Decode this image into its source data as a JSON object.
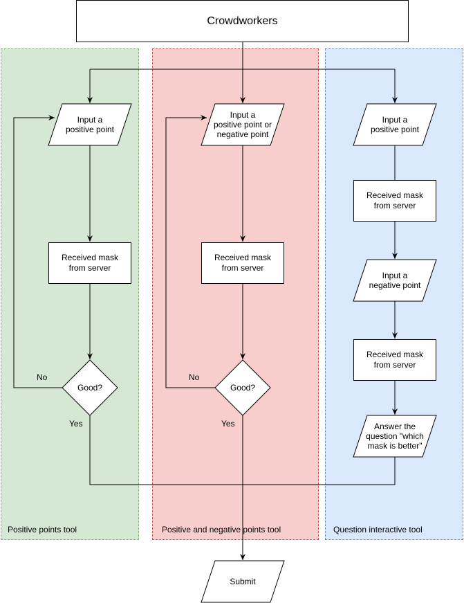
{
  "title": "Crowdworkers",
  "colors": {
    "lane_green_fill": "#d5e8d4",
    "lane_green_border": "#82b366",
    "lane_red_fill": "#f8cecc",
    "lane_red_border": "#b85450",
    "lane_blue_fill": "#dae8fc",
    "lane_blue_border": "#6c8ebf",
    "line": "#000000"
  },
  "lanes": [
    {
      "label": "Positive points tool"
    },
    {
      "label": "Positive and negative points tool"
    },
    {
      "label": "Question interactive tool"
    }
  ],
  "nodes": {
    "p1_input": "Input a\npositive point",
    "p1_mask": "Received mask\nfrom server",
    "p1_decision": "Good?",
    "p2_input": "Input a\npositive point or\nnegative point",
    "p2_mask": "Received mask\nfrom server",
    "p2_decision": "Good?",
    "q_input_pos": "Input a\npositive point",
    "q_mask1": "Received mask\nfrom server",
    "q_input_neg": "Input a\nnegative point",
    "q_mask2": "Received mask\nfrom server",
    "q_answer": "Answer the\nquestion \"which\nmask is better\"",
    "submit": "Submit"
  },
  "edge_labels": {
    "p1_no": "No",
    "p1_yes": "Yes",
    "p2_no": "No",
    "p2_yes": "Yes"
  }
}
